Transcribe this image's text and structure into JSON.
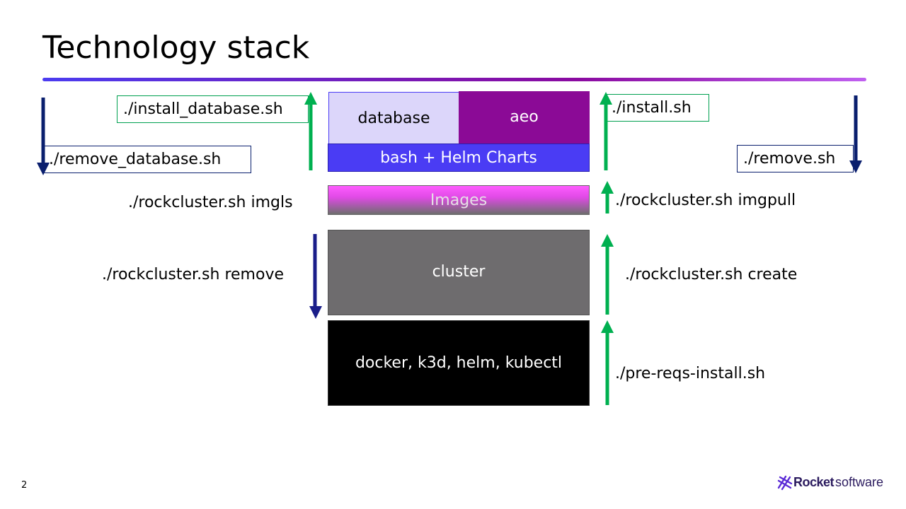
{
  "slide": {
    "title": "Technology stack",
    "page_number": "2"
  },
  "stack": {
    "database": "database",
    "aeo": "aeo",
    "bash_helm": "bash + Helm Charts",
    "images": "Images",
    "cluster": "cluster",
    "prereqs": "docker, k3d, helm, kubectl"
  },
  "commands": {
    "install_database": "./install_database.sh",
    "remove_database": "./remove_database.sh",
    "install": "./install.sh",
    "remove": "./remove.sh",
    "imgls": "./rockcluster.sh imgls",
    "imgpull": "./rockcluster.sh imgpull",
    "cluster_remove": "./rockcluster.sh remove",
    "cluster_create": "./rockcluster.sh create",
    "prereqs_install": "./pre-reqs-install.sh"
  },
  "logo": {
    "brand": "Rocket",
    "suffix": "software"
  },
  "colors": {
    "database_fill": "#dcd6fa",
    "aeo_fill": "#8b0a96",
    "bash_fill": "#4a3cf4",
    "images_top": "#ff5cff",
    "images_bottom": "#6e6e6e",
    "cluster_fill": "#6e6c6e",
    "prereqs_fill": "#000000",
    "up_arrow": "#00b050",
    "down_arrow": "#0a1f6e",
    "remove_arrow": "#1a1e8a"
  }
}
